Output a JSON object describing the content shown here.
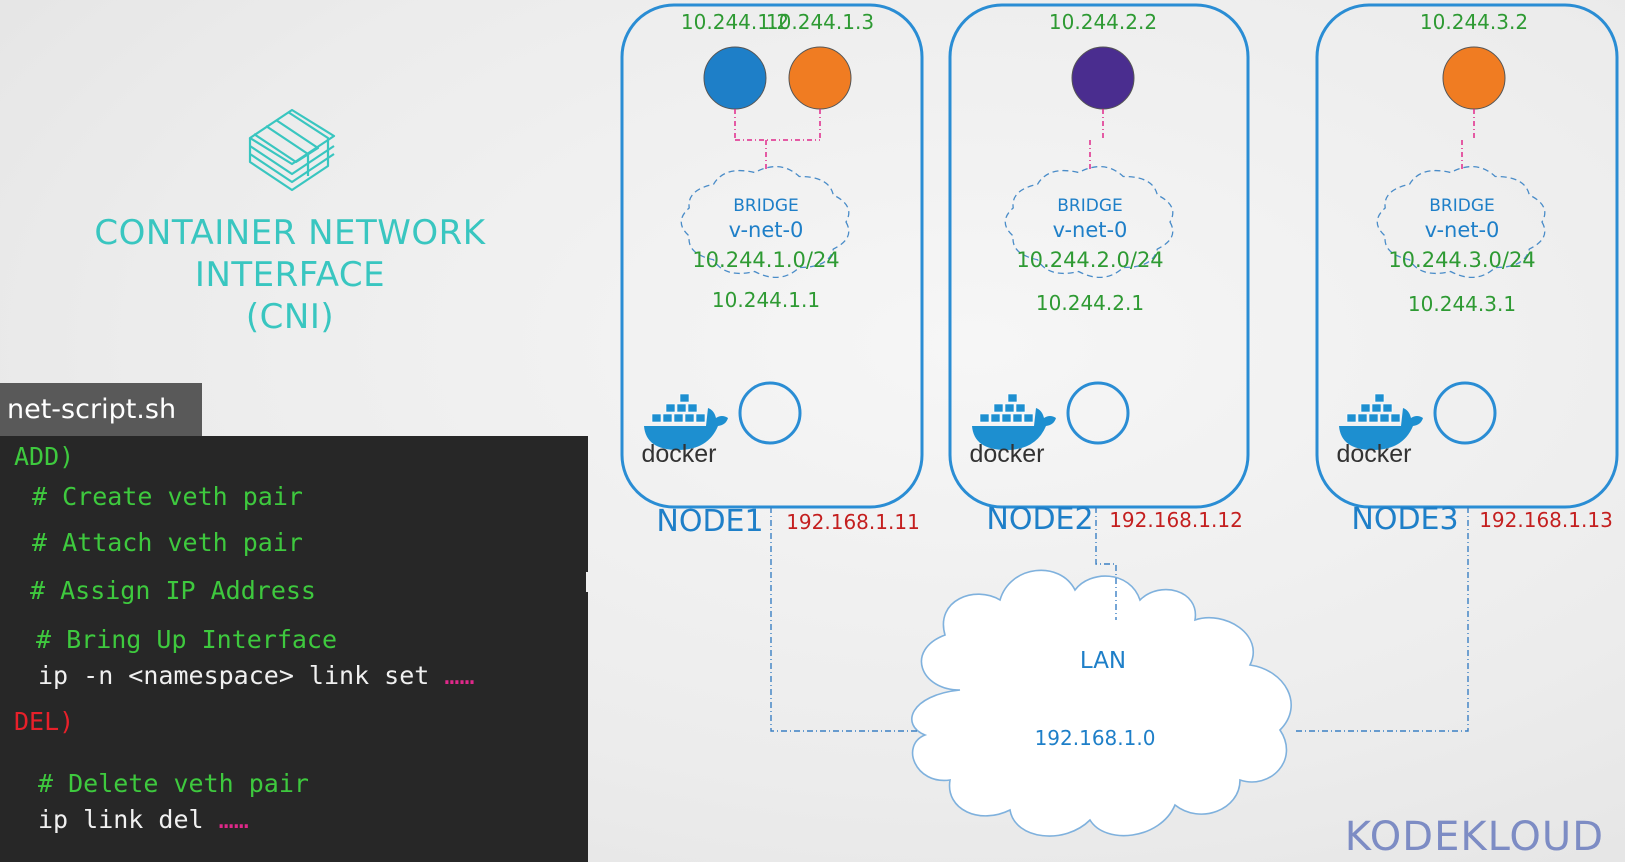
{
  "cni": {
    "title_line1": "CONTAINER NETWORK INTERFACE",
    "title_line2": "(CNI)",
    "logo": "cni-logo-icon"
  },
  "script": {
    "tab_label": "net-script.sh",
    "add_label": "ADD)",
    "add_lines": [
      "# Create veth pair",
      "# Attach veth pair",
      "# Assign IP Address",
      "# Bring Up Interface"
    ],
    "add_cmd": "ip -n <namespace> link set",
    "add_cmd_dots": "……",
    "del_label": "DEL)",
    "del_lines": [
      "# Delete veth pair"
    ],
    "del_cmd": "ip link del",
    "del_cmd_dots": "……"
  },
  "nodes": [
    {
      "name": "NODE1",
      "ip": "192.168.1.11",
      "pods": [
        {
          "ip": "10.244.1.2",
          "color": "#1e7fc8"
        },
        {
          "ip": "10.244.1.3",
          "color": "#f07c22"
        }
      ],
      "bridge_label": "BRIDGE",
      "bridge_name": "v-net-0",
      "subnet": "10.244.1.0/24",
      "gateway": "10.244.1.1",
      "docker_label": "docker"
    },
    {
      "name": "NODE2",
      "ip": "192.168.1.12",
      "pods": [
        {
          "ip": "10.244.2.2",
          "color": "#4a2d8f"
        }
      ],
      "bridge_label": "BRIDGE",
      "bridge_name": "v-net-0",
      "subnet": "10.244.2.0/24",
      "gateway": "10.244.2.1",
      "docker_label": "docker"
    },
    {
      "name": "NODE3",
      "ip": "192.168.1.13",
      "pods": [
        {
          "ip": "10.244.3.2",
          "color": "#f07c22"
        }
      ],
      "bridge_label": "BRIDGE",
      "bridge_name": "v-net-0",
      "subnet": "10.244.3.0/24",
      "gateway": "10.244.3.1",
      "docker_label": "docker"
    }
  ],
  "lan": {
    "label": "LAN",
    "ip": "192.168.1.0"
  },
  "brand": {
    "text": "KODEKLOUD"
  },
  "colors": {
    "node_border": "#2a8dd4",
    "node_name": "#1e7fc8",
    "ip_green": "#2e9a33",
    "ip_red": "#c41f1f",
    "bridge_text": "#1e7fc8",
    "teal": "#39c6c0",
    "link_pink": "#e0288a",
    "link_blue": "#3b80c4"
  }
}
